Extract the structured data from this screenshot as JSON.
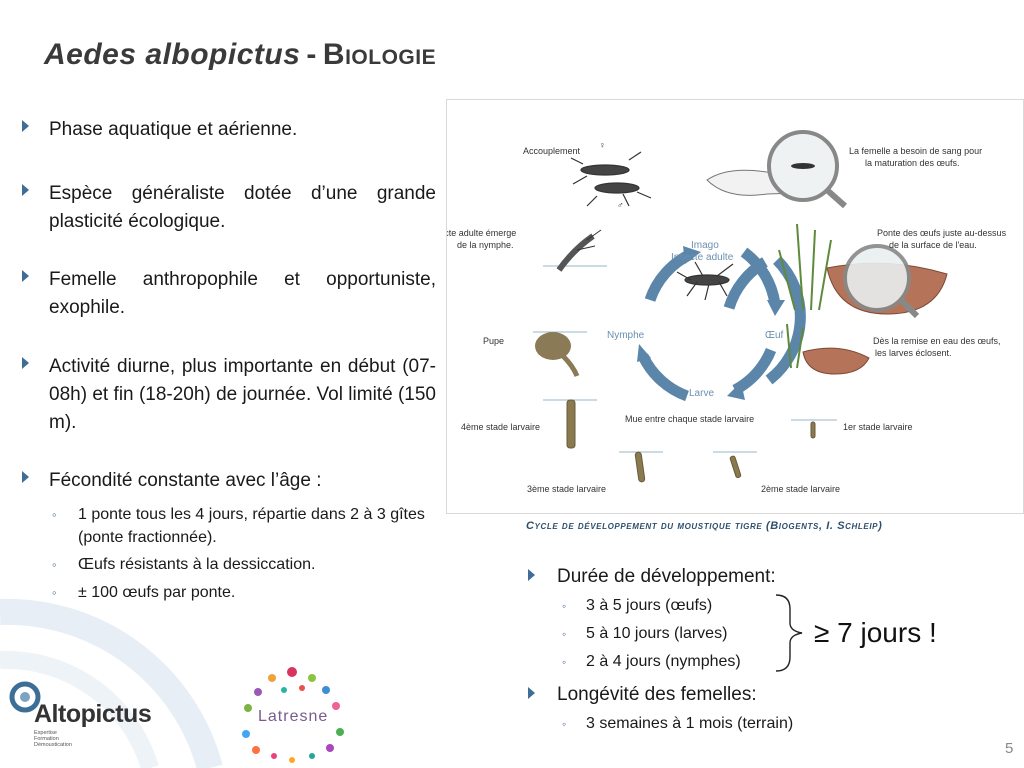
{
  "slide": {
    "title": {
      "italic_part": "Aedes albopictus",
      "dash": "-",
      "caps_part": "Biologie"
    },
    "bullets": [
      "Phase aquatique et aérienne.",
      "Espèce généraliste dotée d’une grande plasticité écologique.",
      "Femelle anthropophile et opportuniste, exophile.",
      "Activité diurne, plus importante en début (07-08h) et fin (18-20h) de journée. Vol limité (150 m).",
      "Fécondité constante avec l’âge :"
    ],
    "sub_bullets": [
      "1 ponte tous les 4 jours, répartie dans 2 à 3 gîtes (ponte fractionnée).",
      "Œufs résistants à la dessiccation.",
      "± 100 œufs par ponte."
    ],
    "bullet_mark": "▸",
    "sub_mark": "◦",
    "figure": {
      "caption": "Cycle de développement du moustique tigre (Biogents, I. Schleip)",
      "labels": {
        "accouplement": "Accouplement",
        "female_blood_1": "La femelle a besoin de sang pour",
        "female_blood_2": "la maturation des œufs.",
        "emerge_1": "L'insecte adulte émerge",
        "emerge_2": "de la nymphe.",
        "imago_1": "Imago",
        "imago_2": "Insecte adulte",
        "ponte_1": "Ponte des œufs juste au-dessus",
        "ponte_2": "de la surface de l'eau.",
        "nymphe": "Nymphe",
        "oeuf": "Œuf",
        "pupe": "Pupe",
        "eclosion_1": "Dès la remise en eau des œufs,",
        "eclosion_2": "les larves éclosent.",
        "larve": "Larve",
        "mue": "Mue entre chaque stade larvaire",
        "stade4": "4ème stade larvaire",
        "stade1": "1er stade larvaire",
        "stade3": "3ème stade larvaire",
        "stade2": "2ème stade larvaire",
        "female_symbol": "♀",
        "male_symbol": "♂"
      }
    },
    "right": {
      "dev_title": "Durée de développement:",
      "dev_items": [
        "3 à 5 jours (œufs)",
        "5 à 10 jours (larves)",
        "2 à 4 jours (nymphes)"
      ],
      "result": "≥ 7 jours !",
      "longevity_title": "Longévité des femelles:",
      "longevity_items": [
        "3 semaines à 1 mois (terrain)"
      ]
    },
    "logos": {
      "altopictus_name": "Altopictus",
      "altopictus_tagline": "Expertise\nFormation\nDémoustication",
      "latresne_name": "Latresne"
    },
    "page_number": "5"
  },
  "colors": {
    "accent": "#3f6d96",
    "cycle_arrow": "#5b86aa",
    "deco_arc": "#e6eef5",
    "caption": "#2d4f6c"
  }
}
